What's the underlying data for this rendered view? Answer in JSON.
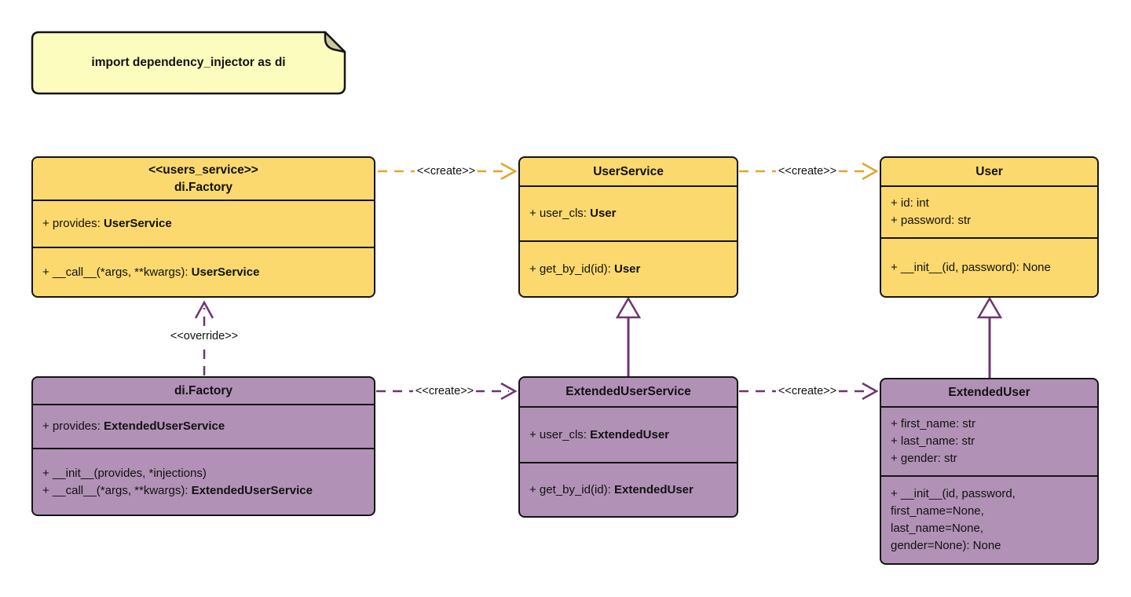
{
  "note": {
    "text": "import dependency_injector as di"
  },
  "edges": {
    "create_label": "<<create>>",
    "override_label": "<<override>>",
    "connections": [
      {
        "from": "di.Factory <<users_service>>",
        "to": "UserService",
        "label": "<<create>>",
        "style": "dashed-arrow"
      },
      {
        "from": "UserService",
        "to": "User",
        "label": "<<create>>",
        "style": "dashed-arrow"
      },
      {
        "from": "di.Factory",
        "to": "ExtendedUserService",
        "label": "<<create>>",
        "style": "dashed-arrow"
      },
      {
        "from": "ExtendedUserService",
        "to": "ExtendedUser",
        "label": "<<create>>",
        "style": "dashed-arrow"
      },
      {
        "from": "di.Factory",
        "to": "di.Factory <<users_service>>",
        "label": "<<override>>",
        "style": "dashed-arrow"
      },
      {
        "from": "ExtendedUserService",
        "to": "UserService",
        "label": "",
        "style": "inheritance"
      },
      {
        "from": "ExtendedUser",
        "to": "User",
        "label": "",
        "style": "inheritance"
      }
    ]
  },
  "classes": {
    "factory_users_service": {
      "stereotype": "<<users_service>>",
      "name": "di.Factory",
      "attributes": [
        {
          "text": "+ provides: ",
          "bold": "UserService"
        }
      ],
      "methods": [
        {
          "text": "+ __call__(*args, **kwargs): ",
          "bold": "UserService"
        }
      ]
    },
    "user_service": {
      "name": "UserService",
      "attributes": [
        {
          "text": "+ user_cls: ",
          "bold": "User"
        }
      ],
      "methods": [
        {
          "text": "+ get_by_id(id): ",
          "bold": "User"
        }
      ]
    },
    "user": {
      "name": "User",
      "attributes": [
        {
          "text": "+ id: int",
          "bold": ""
        },
        {
          "text": "+ password: str",
          "bold": ""
        }
      ],
      "methods": [
        {
          "text": "+ __init__(id, password): None",
          "bold": ""
        }
      ]
    },
    "extended_factory": {
      "name": "di.Factory",
      "attributes": [
        {
          "text": "+ provides: ",
          "bold": "ExtendedUserService"
        }
      ],
      "methods": [
        {
          "text": "+ __init__(provides, *injections)",
          "bold": ""
        },
        {
          "text": "+ __call__(*args, **kwargs): ",
          "bold": "ExtendedUserService"
        }
      ]
    },
    "extended_user_service": {
      "name": "ExtendedUserService",
      "attributes": [
        {
          "text": "+ user_cls: ",
          "bold": "ExtendedUser"
        }
      ],
      "methods": [
        {
          "text": "+ get_by_id(id): ",
          "bold": "ExtendedUser"
        }
      ]
    },
    "extended_user": {
      "name": "ExtendedUser",
      "attributes": [
        {
          "text": "+ first_name: str",
          "bold": ""
        },
        {
          "text": "+ last_name: str",
          "bold": ""
        },
        {
          "text": "+ gender: str",
          "bold": ""
        }
      ],
      "methods": [
        {
          "text": "+ __init__(id, password,\nfirst_name=None,\nlast_name=None,\ngender=None): None",
          "bold": ""
        }
      ]
    }
  },
  "colors": {
    "canvas_bg": "#FFFFFF",
    "class_yellow": "#FBD96E",
    "class_purple": "#B192B6",
    "note_fill": "#FCFCBE",
    "note_fold": "#C9C99C",
    "arrow_gold": "#E0A62E",
    "arrow_purple": "#6E3572",
    "line_black": "#141414"
  }
}
